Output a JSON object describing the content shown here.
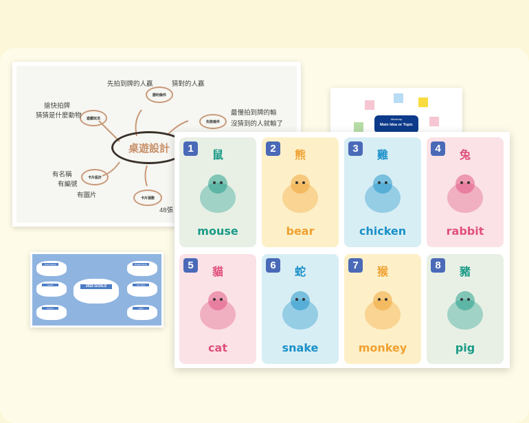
{
  "mindmap": {
    "center": "桌遊設計",
    "nodes": [
      {
        "label": "勝利條件",
        "texts": [
          "先拍到牌的人贏",
          "猜對的人贏"
        ]
      },
      {
        "label": "遊戲玩法",
        "texts": [
          "搶快拍牌",
          "猜猜是什麼動物"
        ]
      },
      {
        "label": "失敗條件",
        "texts": [
          "最慢拍到牌的輸",
          "沒猜到的人就輸了"
        ]
      },
      {
        "label": "卡片設計",
        "texts": [
          "有名稱",
          "有編號",
          "有圖片"
        ]
      },
      {
        "label": "卡片張數",
        "texts": [
          "48張"
        ]
      }
    ]
  },
  "goals": {
    "title": "2022 GOALS",
    "branches": [
      "Goal Setting",
      "Health",
      "Career",
      "Relationships",
      "Life Style",
      "Habit"
    ]
  },
  "sticky": {
    "script": "Mindmap",
    "title": "Main Idea or Topic"
  },
  "cards": [
    {
      "num": "1",
      "zh": "鼠",
      "en": "mouse",
      "bg": "#e8f0e6",
      "color": "#1a9a86",
      "animal": "mouse-illustration"
    },
    {
      "num": "2",
      "zh": "熊",
      "en": "bear",
      "bg": "#fdf0c8",
      "color": "#f0a030",
      "animal": "bear-illustration"
    },
    {
      "num": "3",
      "zh": "雞",
      "en": "chicken",
      "bg": "#d8eef5",
      "color": "#1a90c8",
      "animal": "chicken-illustration"
    },
    {
      "num": "4",
      "zh": "兔",
      "en": "rabbit",
      "bg": "#fbe2e6",
      "color": "#e0507e",
      "animal": "rabbit-illustration"
    },
    {
      "num": "5",
      "zh": "貓",
      "en": "cat",
      "bg": "#fbe2e6",
      "color": "#e0507e",
      "animal": "cat-illustration"
    },
    {
      "num": "6",
      "zh": "蛇",
      "en": "snake",
      "bg": "#d8eef5",
      "color": "#1a90c8",
      "animal": "snake-illustration"
    },
    {
      "num": "7",
      "zh": "猴",
      "en": "monkey",
      "bg": "#fdf0c8",
      "color": "#f0a030",
      "animal": "monkey-illustration"
    },
    {
      "num": "8",
      "zh": "豬",
      "en": "pig",
      "bg": "#e8f0e6",
      "color": "#1a9a86",
      "animal": "pig-illustration"
    }
  ]
}
